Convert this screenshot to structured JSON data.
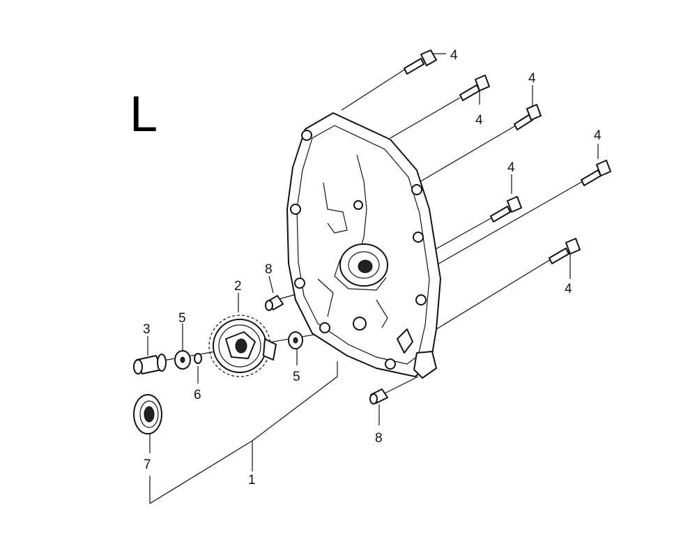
{
  "section_letter": "L",
  "callouts": {
    "c1": "1",
    "c2": "2",
    "c3": "3",
    "c4a": "4",
    "c4b": "4",
    "c4c": "4",
    "c4d": "4",
    "c4e": "4",
    "c4f": "4",
    "c5a": "5",
    "c5b": "5",
    "c6": "6",
    "c7": "7",
    "c8a": "8",
    "c8b": "8"
  }
}
